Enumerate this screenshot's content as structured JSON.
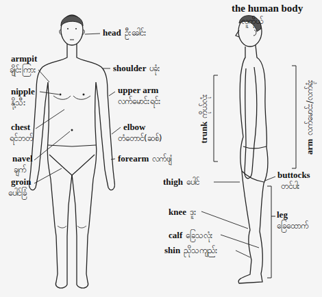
{
  "diagram": {
    "title": "the human body",
    "labels": [
      "လူကိုယ်",
      "head",
      "ဦးခေါင်း",
      "armpit",
      "ချိုင်းကြား",
      "shoulder",
      "ပခုံး",
      "nipple",
      "နို့သီး",
      "upper arm",
      "လက်မောင်းရင်း",
      "chest",
      "ရင်ဘတ်",
      "elbow",
      "တံတောင်(ဆစ်)",
      "navel",
      "ချက်",
      "forearm",
      "လက်ဖျံ",
      "groin",
      "ပေါင်ခြံ",
      "trunk",
      "ကိုယ်လုံး",
      "arm",
      "လက်မောင်း/လက်ရုံး",
      "buttocks",
      "တင်ပါး",
      "thigh",
      "ပေါင်",
      "knee",
      "ဒူး",
      "leg",
      "ခြေထောက်",
      "calf",
      "ခြေသလုံး",
      "shin",
      "ညိုသကျည်း"
    ]
  }
}
